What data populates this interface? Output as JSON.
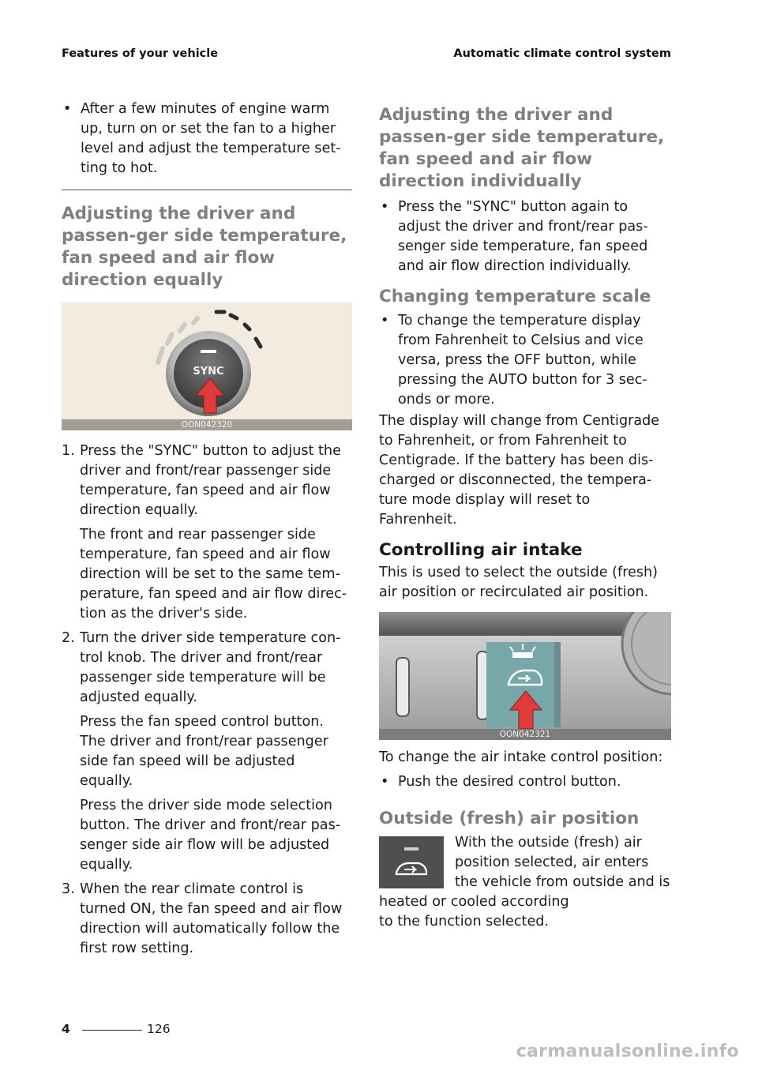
{
  "header": {
    "left": "Features of your vehicle",
    "right": "Automatic climate control system"
  },
  "left": {
    "intro_bullet": "After a few minutes of engine warm up, turn on or set the fan to a higher level and adjust the temperature set-ting to hot.",
    "heading": "Adjusting the driver and passen-ger side temperature, fan speed and air flow direction equally",
    "figure": {
      "caption": "OON042320",
      "button_label": "SYNC"
    },
    "steps": [
      {
        "number": "1.",
        "text": "Press the \"SYNC\" button to adjust the driver and front/rear passenger side temperature, fan speed and air flow direction equally.",
        "subs": [
          "The front and rear passenger side temperature, fan speed and air flow direction will be set to the same tem-perature, fan speed and air flow direc-tion as the driver's side."
        ]
      },
      {
        "number": "2.",
        "text": "Turn the driver side temperature con-trol knob. The driver and front/rear passenger side temperature will be adjusted equally.",
        "subs": [
          "Press the fan speed control button. The driver and front/rear passenger side fan speed will be adjusted equally.",
          "Press the driver side mode selection button. The driver and front/rear pas-senger side air flow will be adjusted equally."
        ]
      },
      {
        "number": "3.",
        "text": "When the rear climate control is turned ON, the fan speed and air flow direction will automatically follow the first row setting.",
        "subs": []
      }
    ]
  },
  "right": {
    "heading1": "Adjusting the driver and passen-ger side temperature, fan speed and air flow direction individually",
    "bullet1": "Press the \"SYNC\" button again to adjust the driver and front/rear pas-senger side temperature, fan speed and air flow direction individually.",
    "heading2": "Changing temperature scale",
    "bullet2": "To change the temperature display from Fahrenheit to Celsius and vice versa, press the OFF button, while pressing the AUTO button for 3 sec-onds or more.",
    "para1": "The display will change from Centigrade to Fahrenheit, or from Fahrenheit to Centigrade. If the battery has been dis-charged or disconnected, the tempera-ture mode display will reset to Fahrenheit.",
    "heading3": "Controlling air intake",
    "para2": "This is used to select the outside (fresh) air position or recirculated air position.",
    "figure": {
      "caption": "OON042321"
    },
    "para3": "To change the air intake control position:",
    "bullet3": "Push the desired control button.",
    "heading4": "Outside (fresh) air position",
    "para4_wrap": "With the outside (fresh) air position selected, air enters the vehicle from outside and is heated or cooled according",
    "para4_tail": "to the function selected."
  },
  "footer": {
    "chapter": "4",
    "page": "126"
  },
  "watermark": "carmanualsonline.info"
}
